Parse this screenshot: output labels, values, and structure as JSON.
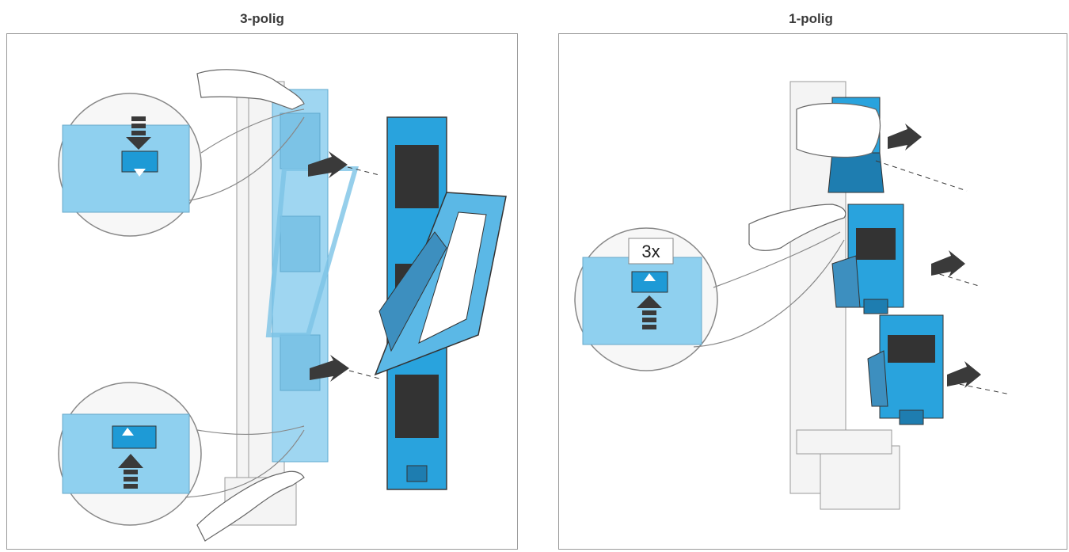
{
  "panels": [
    {
      "title": "3-polig",
      "callout_badge": ""
    },
    {
      "title": "1-polig",
      "callout_badge": "3x"
    }
  ],
  "colors": {
    "accent_blue": "#1e9ad6",
    "light_blue": "#8fd0ef",
    "outline": "#7a7a7a",
    "arrow": "#3a3a3a"
  }
}
